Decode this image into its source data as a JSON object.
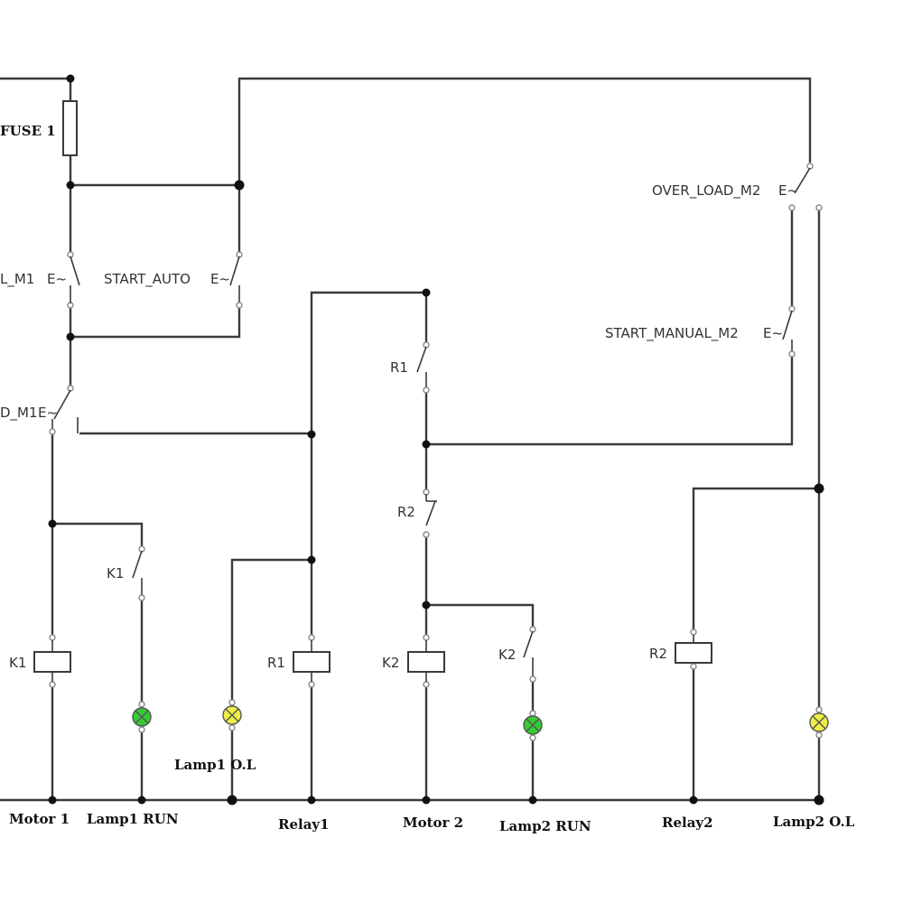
{
  "diagram": {
    "colors": {
      "wire": "#3a3a3a",
      "run_lamp": "#33cc33",
      "overload_lamp": "#eeee44",
      "background": "#ffffff"
    },
    "labels": {
      "fuse": "FUSE 1",
      "start_manual_m1": "L_M1",
      "start_auto": "START_AUTO",
      "overload_m1": "D_M1",
      "overload_m2": "OVER_LOAD_M2",
      "start_manual_m2": "START_MANUAL_M2",
      "contact_r1": "R1",
      "contact_r2": "R2",
      "contact_k1": "K1",
      "contact_k2": "K2",
      "coil_k1": "K1",
      "coil_r1": "R1",
      "coil_k2": "K2",
      "coil_r2": "R2",
      "lamp1_ol": "Lamp1 O.L",
      "motor1": "Motor 1",
      "lamp1_run": "Lamp1 RUN",
      "relay1": "Relay1",
      "motor2": "Motor 2",
      "lamp2_run": "Lamp2 RUN",
      "relay2": "Relay2",
      "lamp2_ol": "Lamp2 O.L"
    }
  }
}
